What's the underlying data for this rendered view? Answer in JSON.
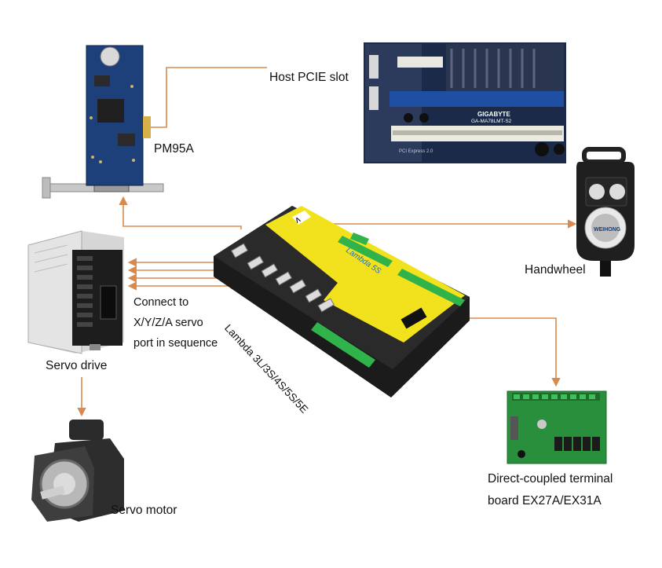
{
  "labels": {
    "host_slot": "Host PCIE slot",
    "pcie_card": "PM95A",
    "handwheel": "Handwheel",
    "servo_drive": "Servo drive",
    "servo_motor": "Servo motor",
    "connect_line1": "Connect to",
    "connect_line2": "X/Y/Z/A servo",
    "connect_line3": "port in sequence",
    "controller": "Lambda 3L/3S/4S/5S/5E",
    "terminal_line1": "Direct-coupled terminal",
    "terminal_line2": "board EX27A/EX31A"
  },
  "device_text": {
    "mobo_brand": "GIGABYTE",
    "mobo_model": "GA-MA78LMT-S2",
    "mobo_slot": "PCI Express 2.0",
    "handwheel_brand": "WEIHONG",
    "controller_badge": "Lambda 5S"
  },
  "colors": {
    "connector_line": "#d88a4e",
    "controller_yellow": "#f2e21e",
    "controller_body": "#1b1b1b",
    "terminal_green": "#2fb34a",
    "pcb_blue": "#1d3f7a",
    "pcb_green": "#2a8f3d"
  }
}
